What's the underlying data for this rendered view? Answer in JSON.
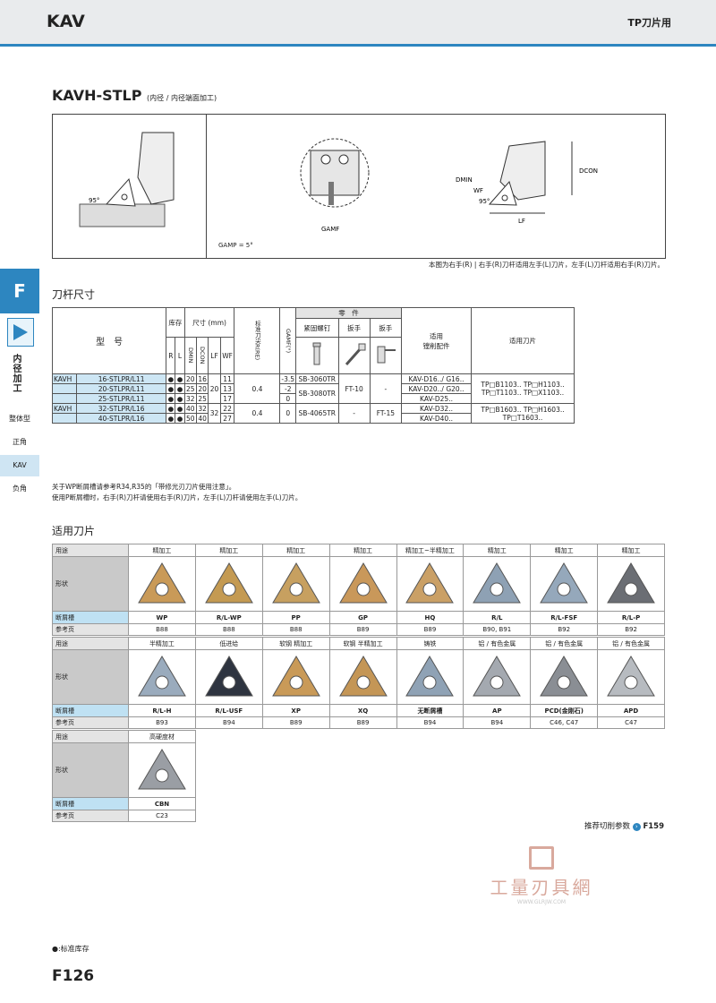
{
  "header": {
    "brand": "KAV",
    "category": "TP刀片用"
  },
  "section": {
    "title": "KAVH-STLP",
    "subtitle": "(内径 / 内径端面加工)"
  },
  "diagram": {
    "gamp": "GAMP = 5°",
    "gamf": "GAMF",
    "angle1": "95°",
    "angle2": "95°",
    "dmin": "DMIN",
    "wf": "WF",
    "dcon": "DCON",
    "lf": "LF"
  },
  "hand_note": "本图为右手(R) | 右手(R)刀杆适用左手(L)刀片，左手(L)刀杆适用右手(R)刀片。",
  "sidebar": {
    "tab": "F",
    "vertical": "内径加工",
    "nav": [
      "整体型",
      "正角",
      "KAV",
      "负角"
    ]
  },
  "holder": {
    "title": "刀杆尺寸",
    "h": {
      "model": "型　号",
      "stock": "库存",
      "dims": "尺寸 (mm)",
      "re": "标准刀尖R(RE)",
      "gamf": "GAMF(°)",
      "parts": "零　件",
      "screw": "紧固螺钉",
      "wrench1": "扳手",
      "wrench2": "扳手",
      "boring": "适用\n镗削配件",
      "insert": "适用刀片",
      "r": "R",
      "l": "L",
      "dmin": "DMIN",
      "dcon": "DCON",
      "lf": "LF",
      "wf": "WF"
    },
    "rows": [
      {
        "series": "KAVH",
        "model": "16-STLPR/L11",
        "r": "●",
        "l": "●",
        "dmin": "20",
        "dcon": "16",
        "lf": "",
        "wf": "11",
        "re": "",
        "gamf": "-3.5",
        "screw": "SB-3060TR",
        "w1": "",
        "w2": "",
        "acc": "KAV-D16../ G16..",
        "ins": "TP□B1103.. TP□H1103.."
      },
      {
        "series": "",
        "model": "20-STLPR/L11",
        "r": "●",
        "l": "●",
        "dmin": "25",
        "dcon": "20",
        "lf": "20",
        "wf": "13",
        "re": "0.4",
        "gamf": "-2",
        "screw": "SB-3080TR",
        "w1": "FT-10",
        "w2": "-",
        "acc": "KAV-D20../ G20..",
        "ins": "TP□T1103.. TP□X1103.."
      },
      {
        "series": "",
        "model": "25-STLPR/L11",
        "r": "●",
        "l": "●",
        "dmin": "32",
        "dcon": "25",
        "lf": "",
        "wf": "17",
        "re": "",
        "gamf": "0",
        "screw": "",
        "w1": "",
        "w2": "",
        "acc": "KAV-D25..",
        "ins": ""
      },
      {
        "series": "KAVH",
        "model": "32-STLPR/L16",
        "r": "●",
        "l": "●",
        "dmin": "40",
        "dcon": "32",
        "lf": "32",
        "wf": "22",
        "re": "0.4",
        "gamf": "0",
        "screw": "SB-4065TR",
        "w1": "-",
        "w2": "FT-15",
        "acc": "KAV-D32..",
        "ins": "TP□B1603.. TP□H1603.."
      },
      {
        "series": "",
        "model": "40-STLPR/L16",
        "r": "●",
        "l": "●",
        "dmin": "50",
        "dcon": "40",
        "lf": "",
        "wf": "27",
        "re": "",
        "gamf": "",
        "screw": "",
        "w1": "",
        "w2": "",
        "acc": "KAV-D40..",
        "ins": "TP□T1603.."
      }
    ],
    "footnote1": "关于WP断屑槽请参考R34,R35的「带修光刃刀片使用注意」。",
    "footnote2": "使用P断屑槽时，右手(R)刀杆请使用右手(R)刀片，左手(L)刀杆请使用左手(L)刀片。"
  },
  "inserts": {
    "title": "适用刀片",
    "labels": {
      "use": "用途",
      "shape": "形状",
      "breaker": "断屑槽",
      "ref": "参考页"
    },
    "row1": [
      {
        "use": "精加工",
        "breaker": "WP",
        "ref": "B88",
        "color": "#c99a58"
      },
      {
        "use": "精加工",
        "breaker": "R/L-WP",
        "ref": "B88",
        "color": "#c49a52"
      },
      {
        "use": "精加工",
        "breaker": "PP",
        "ref": "B88",
        "color": "#c7a060"
      },
      {
        "use": "精加工",
        "breaker": "GP",
        "ref": "B89",
        "color": "#c9985a"
      },
      {
        "use": "精加工~半精加工",
        "breaker": "HQ",
        "ref": "B89",
        "color": "#caa066"
      },
      {
        "use": "精加工",
        "breaker": "R/L",
        "ref": "B90, B91",
        "color": "#8ea1b4"
      },
      {
        "use": "精加工",
        "breaker": "R/L-FSF",
        "ref": "B92",
        "color": "#95a8bb"
      },
      {
        "use": "精加工",
        "breaker": "R/L-P",
        "ref": "B92",
        "color": "#6b6e74"
      }
    ],
    "row2": [
      {
        "use": "半精加工",
        "breaker": "R/L-H",
        "ref": "B93",
        "color": "#9aabbd"
      },
      {
        "use": "低进给",
        "breaker": "R/L-USF",
        "ref": "B94",
        "color": "#2e3440"
      },
      {
        "use": "软钢 精加工",
        "breaker": "XP",
        "ref": "B89",
        "color": "#c99a58"
      },
      {
        "use": "软钢 半精加工",
        "breaker": "XQ",
        "ref": "B89",
        "color": "#c49656"
      },
      {
        "use": "铸铁",
        "breaker": "无断屑槽",
        "ref": "B94",
        "color": "#8fa2b5"
      },
      {
        "use": "铝 / 有色金属",
        "breaker": "AP",
        "ref": "B94",
        "color": "#a4a9b0"
      },
      {
        "use": "铝 / 有色金属",
        "breaker": "PCD(金刚石)",
        "ref": "C46, C47",
        "color": "#8a8e94"
      },
      {
        "use": "铝 / 有色金属",
        "breaker": "APD",
        "ref": "C47",
        "color": "#b7bbc0"
      }
    ],
    "row3": [
      {
        "use": "高硬度材",
        "breaker": "CBN",
        "ref": "C23",
        "color": "#9a9ea4"
      }
    ]
  },
  "cut_ref": {
    "text": "推荐切削参数",
    "page": "F159"
  },
  "watermark": {
    "name": "工量刃具網",
    "url": "WWW.GLRJW.COM"
  },
  "legend": "●:标准库存",
  "page_no": "F126"
}
